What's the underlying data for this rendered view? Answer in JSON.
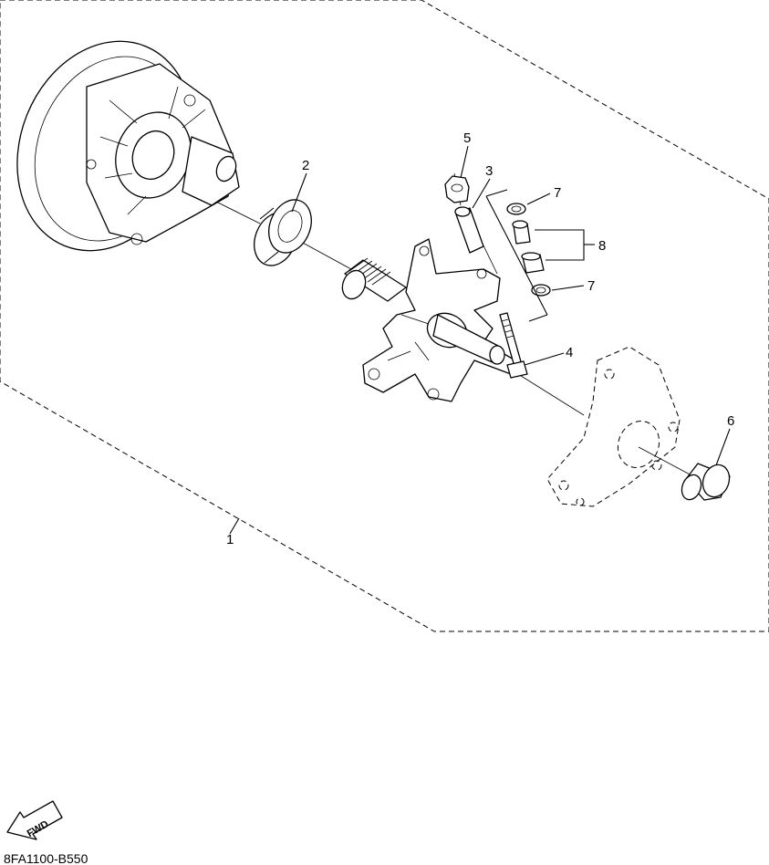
{
  "diagram": {
    "drawing_code": "8FA1100-B550",
    "fwd_label": "FWD",
    "callouts": {
      "c1": "1",
      "c2": "2",
      "c3": "3",
      "c4": "4",
      "c5": "5",
      "c6": "6",
      "c7a": "7",
      "c7b": "7",
      "c8": "8"
    }
  }
}
